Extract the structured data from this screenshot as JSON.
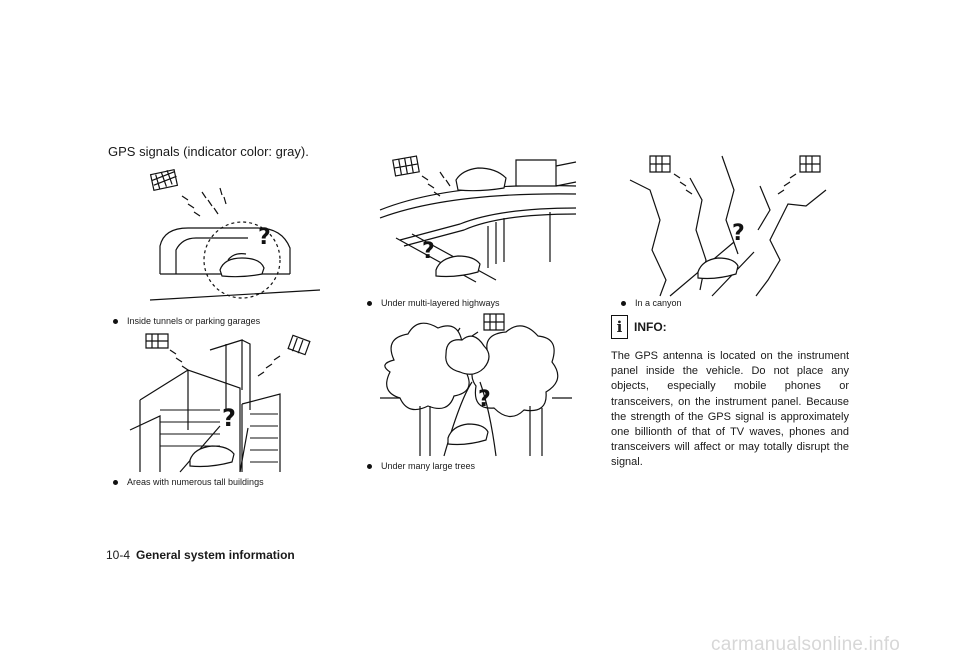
{
  "intro": "GPS signals (indicator color: gray).",
  "captions": {
    "tunnels": "Inside tunnels or parking garages",
    "buildings": "Areas with numerous tall buildings",
    "highways": "Under multi-layered highways",
    "trees": "Under many large trees",
    "canyon": "In a canyon"
  },
  "info": {
    "heading": "INFO:",
    "body": "The GPS antenna is located on the instrument panel inside the vehicle. Do not place any objects, especially mobile phones or transceivers, on the instrument panel. Because the strength of the GPS signal is approximately one billionth of that of TV waves, phones and transceivers will affect or may totally disrupt the signal."
  },
  "footer": {
    "page": "10-4",
    "section": "General system information"
  },
  "watermark": "carmanualsonline.info",
  "icons": {
    "unknown_signal": "?",
    "info": "i"
  }
}
